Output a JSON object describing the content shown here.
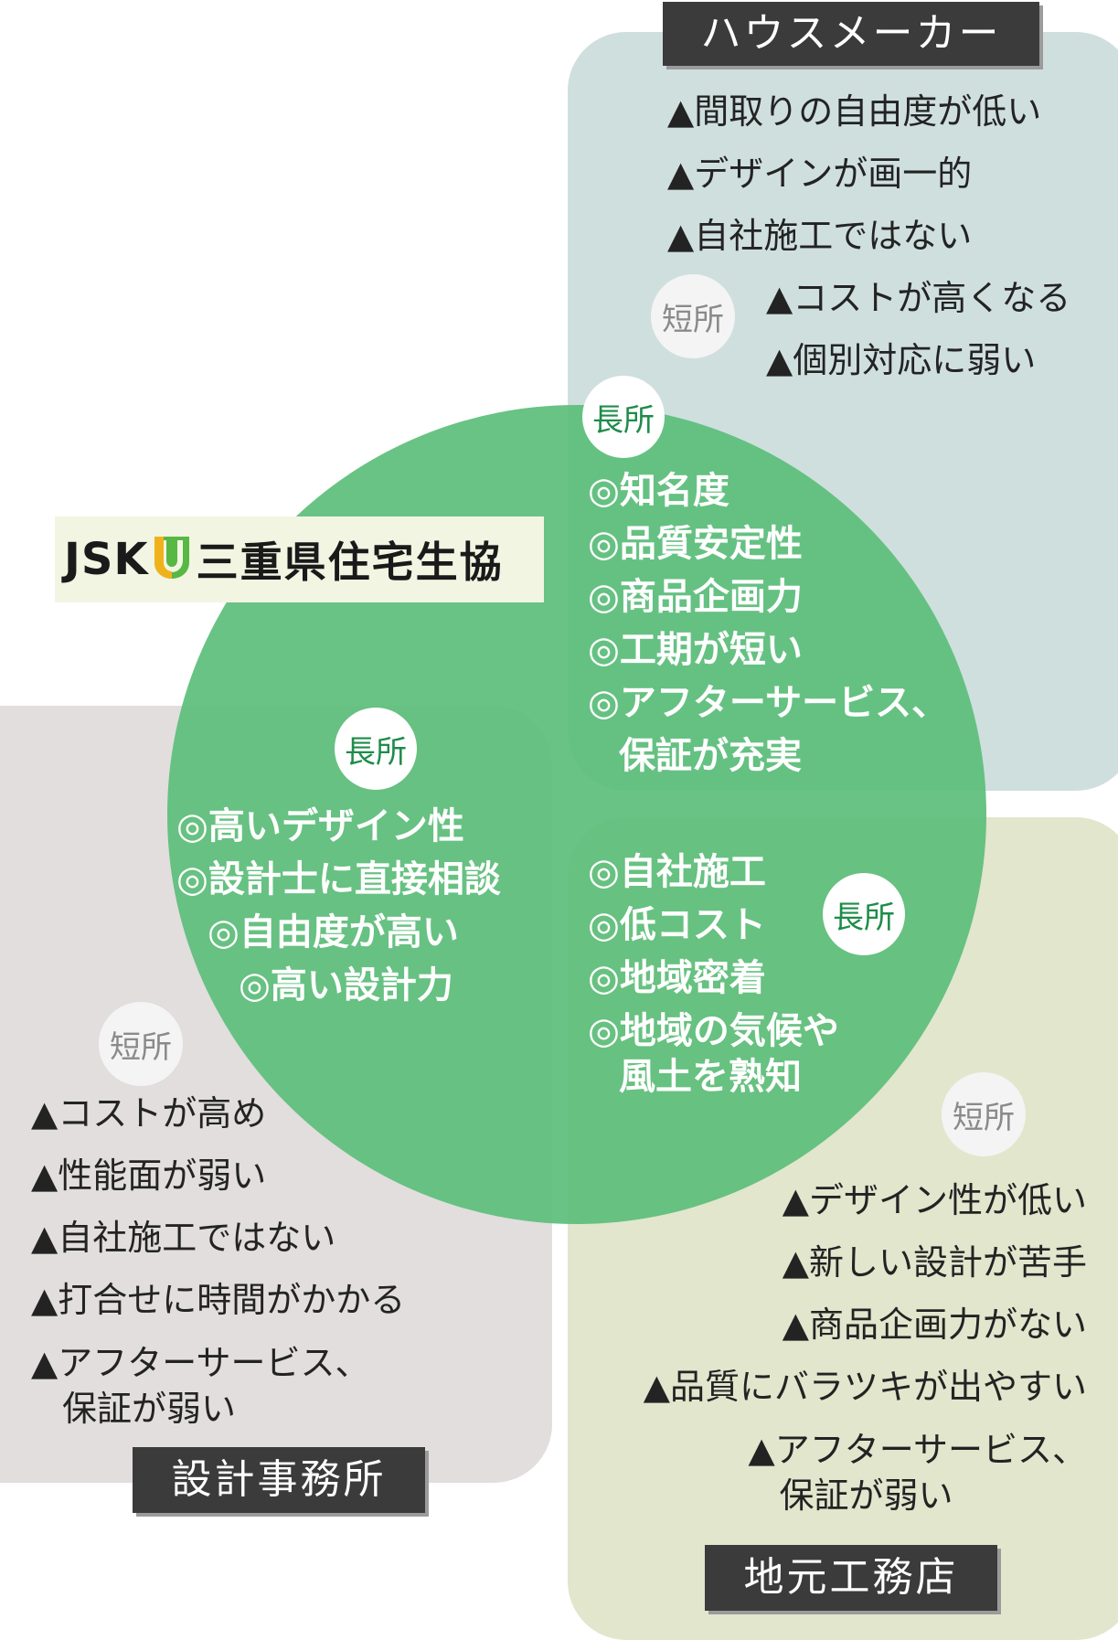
{
  "house_maker": {
    "title": "ハウスメーカー",
    "weak_badge": "短所",
    "weak_top": [
      "▲間取りの自由度が低い",
      "▲デザインが画一的",
      "▲自社施工ではない"
    ],
    "weak_more": [
      "▲コストが高くなる",
      "▲個別対応に弱い"
    ],
    "strong_badge": "長所",
    "strong": [
      "◎知名度",
      "◎品質安定性",
      "◎商品企画力",
      "◎工期が短い"
    ],
    "strong_last_1": "◎アフターサービス、",
    "strong_last_2": "保証が充実"
  },
  "logo": {
    "jsk": "JSK",
    "name": "三重県住宅生協",
    "brand_color": "#57b843"
  },
  "design_office": {
    "title": "設計事務所",
    "strong_badge": "長所",
    "strong": [
      "◎高いデザイン性",
      "◎設計士に直接相談",
      "◎自由度が高い",
      "◎高い設計力"
    ],
    "weak_badge": "短所",
    "weak": [
      "▲コストが高め",
      "▲性能面が弱い",
      "▲自社施工ではない",
      "▲打合せに時間がかかる"
    ],
    "weak_last_1": "▲アフターサービス、",
    "weak_last_2": "保証が弱い"
  },
  "local_builder": {
    "title": "地元工務店",
    "strong_badge": "長所",
    "strong": [
      "◎自社施工",
      "◎低コスト",
      "◎地域密着"
    ],
    "strong_last_1": "◎地域の気候や",
    "strong_last_2": "風土を熟知",
    "weak_badge": "短所",
    "weak": [
      "▲デザイン性が低い",
      "▲新しい設計が苦手",
      "▲商品企画力がない",
      "▲品質にバラツキが出やすい"
    ],
    "weak_last_1": "▲アフターサービス、",
    "weak_last_2": "保証が弱い"
  },
  "colors": {
    "house_panel": "#cfdfde",
    "design_panel": "#e1dedd",
    "local_panel": "#e1e6cd",
    "circle": "#5cbe7a",
    "label_bg": "#3b3b3b"
  }
}
